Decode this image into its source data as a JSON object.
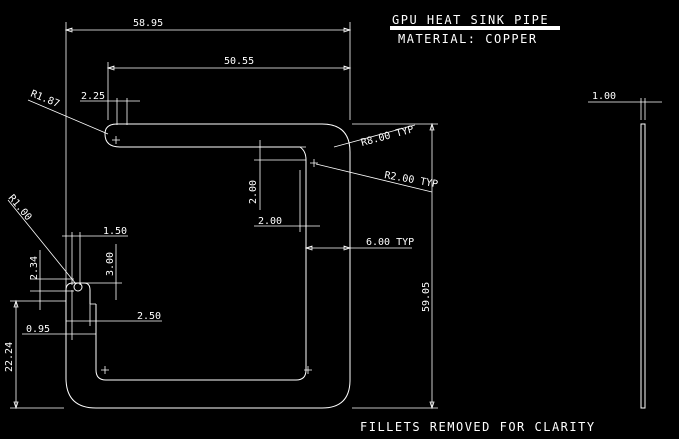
{
  "title": "GPU HEAT SINK PIPE",
  "material": "MATERIAL: COPPER",
  "footer": "FILLETS REMOVED FOR CLARITY",
  "dims": {
    "overall_width": "58.95",
    "inner_width": "50.55",
    "tab_offset": "2.25",
    "r_left": "R1.87",
    "r_top": "R8.00 TYP",
    "r_inner": "R2.00 TYP",
    "dim_2v": "2.00",
    "dim_2h": "2.00",
    "dim_6": "6.00 TYP",
    "r_small": "R1.00",
    "dim_150": "1.50",
    "dim_234": "2.34",
    "dim_300": "3.00",
    "dim_250": "2.50",
    "dim_095": "0.95",
    "dim_2224": "22.24",
    "height": "59.05",
    "thickness": "1.00"
  }
}
